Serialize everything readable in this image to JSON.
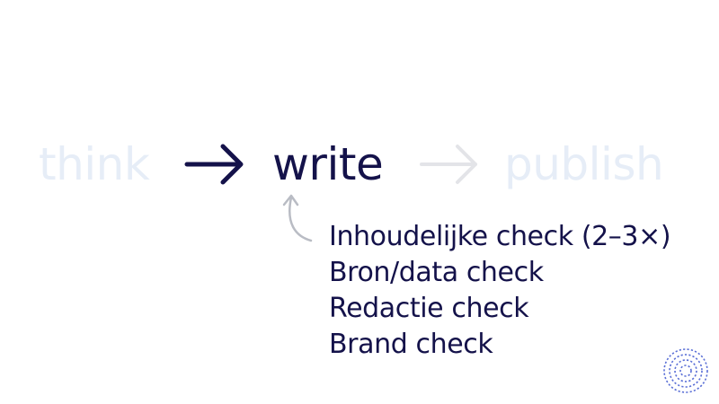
{
  "flow": {
    "steps": [
      {
        "label": "think",
        "state": "inactive"
      },
      {
        "label": "write",
        "state": "active"
      },
      {
        "label": "publish",
        "state": "inactive"
      }
    ],
    "arrows": [
      {
        "state": "active"
      },
      {
        "state": "inactive"
      }
    ]
  },
  "checks": {
    "items": [
      "Inhoudelijke check (2–3×)",
      "Bron/data check",
      "Redactie check",
      "Brand check"
    ]
  },
  "colors": {
    "ink": "#14124a",
    "inactive_text": "#e6edf7",
    "inactive_arrow": "#e3e4e8",
    "connector": "#b9bcc4",
    "logo": "#5a6fd6"
  },
  "icons": {
    "arrow": "arrow-right-icon",
    "connector": "curved-arrow-up-icon",
    "logo": "concentric-circles-logo-icon"
  }
}
